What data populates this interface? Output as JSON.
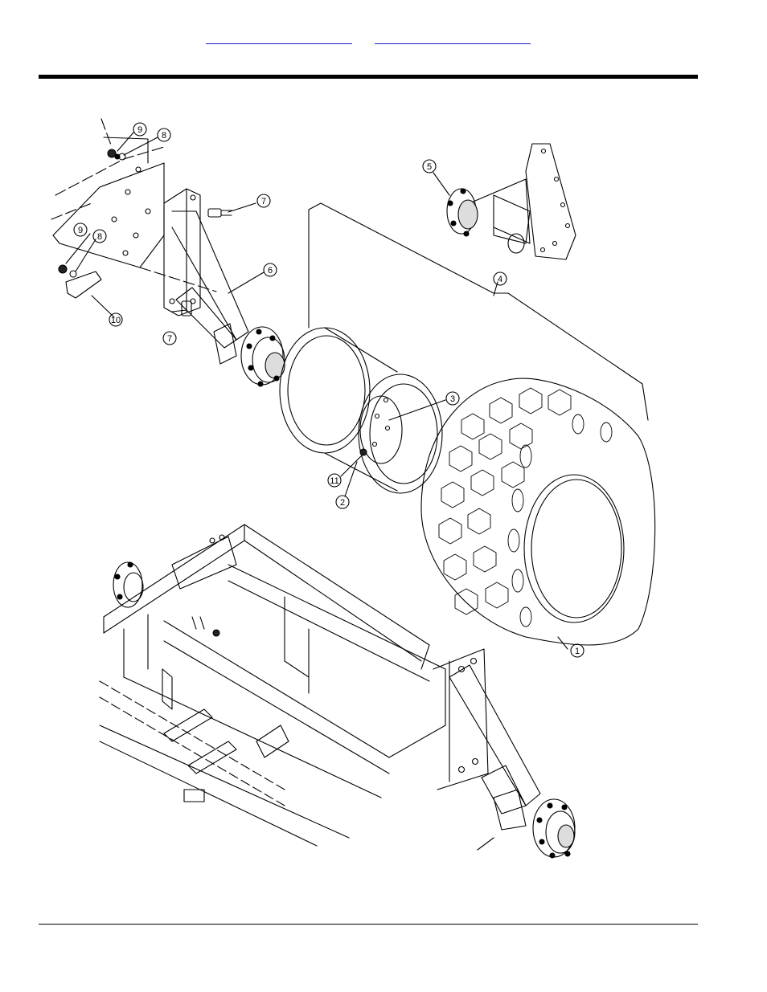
{
  "header": {
    "links": [
      {
        "text": ""
      },
      {
        "text": ""
      }
    ]
  },
  "figure": {
    "callouts": [
      "9",
      "8",
      "7",
      "9",
      "8",
      "10",
      "6",
      "7",
      "5",
      "4",
      "3",
      "11",
      "2",
      "1"
    ]
  }
}
